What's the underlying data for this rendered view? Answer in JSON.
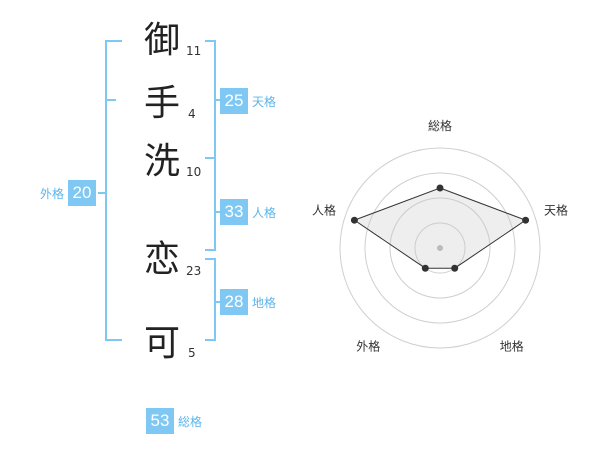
{
  "name": {
    "chars": [
      {
        "char": "御",
        "strokes": "11"
      },
      {
        "char": "手",
        "strokes": "4"
      },
      {
        "char": "洗",
        "strokes": "10"
      },
      {
        "char": "恋",
        "strokes": "23"
      },
      {
        "char": "可",
        "strokes": "5"
      }
    ]
  },
  "kaku": {
    "tenkaku": {
      "value": "25",
      "label": "天格"
    },
    "jinkaku": {
      "value": "33",
      "label": "人格"
    },
    "chikaku": {
      "value": "28",
      "label": "地格"
    },
    "gaikaku": {
      "value": "20",
      "label": "外格"
    },
    "soukaku": {
      "value": "53",
      "label": "総格"
    }
  },
  "colors": {
    "accent": "#7fc8f3",
    "label": "#5bb5ea",
    "bracket": "#7fc8f3"
  },
  "chart_data": {
    "type": "radar",
    "axes": [
      "総格",
      "天格",
      "地格",
      "外格",
      "人格"
    ],
    "values": [
      0.6,
      0.9,
      0.25,
      0.25,
      0.9
    ],
    "max": 1,
    "rings": 4
  }
}
